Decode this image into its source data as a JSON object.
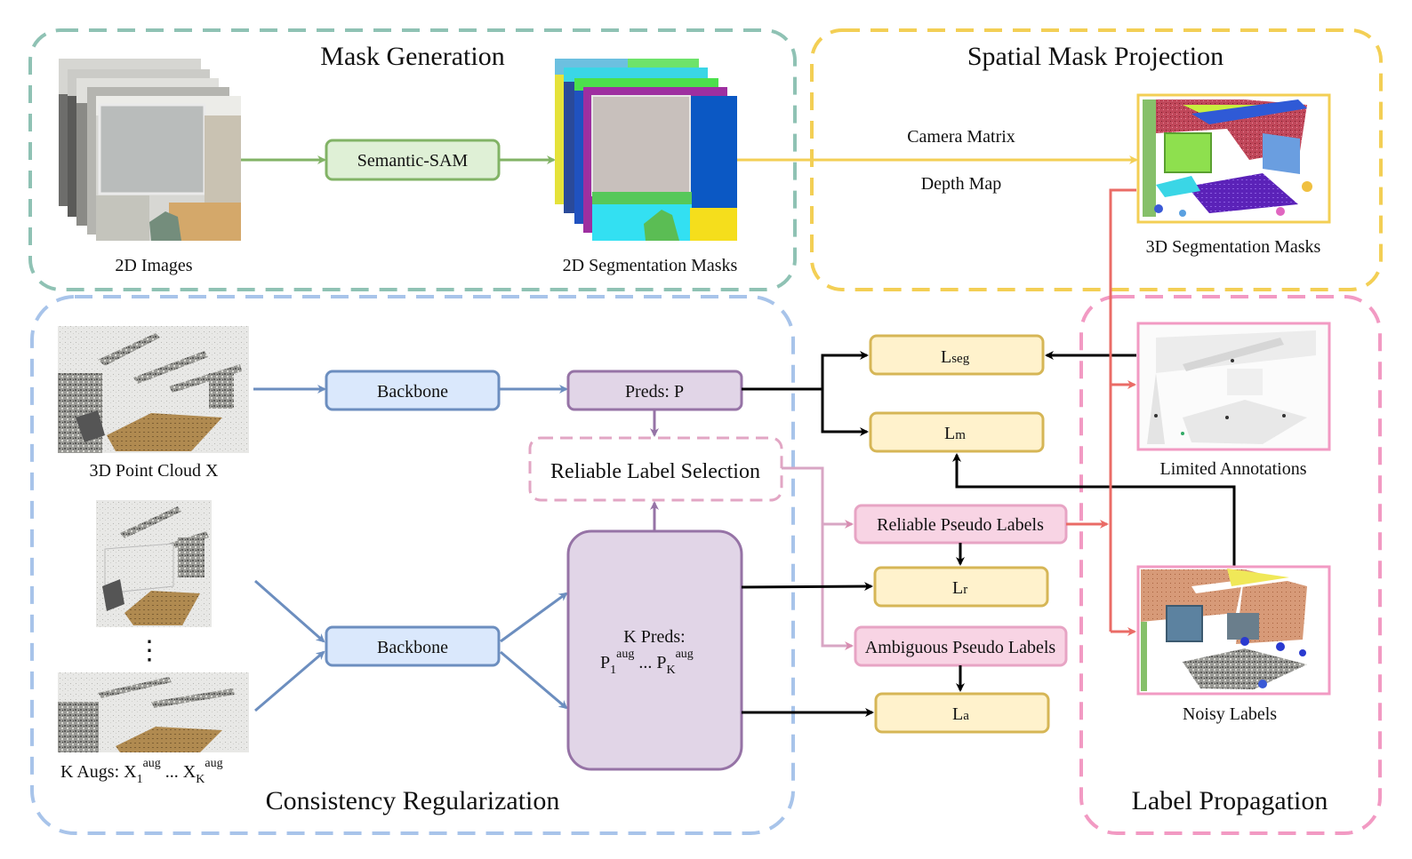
{
  "sections": {
    "mask_generation": "Mask Generation",
    "spatial_projection": "Spatial Mask Projection",
    "consistency": "Consistency Regularization",
    "label_propagation": "Label Propagation"
  },
  "captions": {
    "images_2d": "2D Images",
    "seg_masks_2d": "2D Segmentation Masks",
    "seg_masks_3d": "3D Segmentation Masks",
    "point_cloud": "3D Point Cloud X",
    "k_augs_prefix": "K Augs: X",
    "k_augs_sub1": "1",
    "k_augs_sup1": "aug",
    "k_augs_mid": " ... X",
    "k_augs_subk": "K",
    "k_augs_supk": "aug",
    "vdots": "⋮",
    "limited_annotations": "Limited Annotations",
    "noisy_labels": "Noisy Labels",
    "camera_matrix": "Camera Matrix",
    "depth_map": "Depth Map"
  },
  "boxes": {
    "semantic_sam": "Semantic-SAM",
    "backbone_top": "Backbone",
    "backbone_bottom": "Backbone",
    "preds": "Preds: P",
    "reliable_selection": "Reliable Label Selection",
    "k_preds_line1": "K Preds:",
    "k_preds_p": "P",
    "k_preds_sub1": "1",
    "k_preds_sup1": "aug",
    "k_preds_mid": " ... P",
    "k_preds_subk": "K",
    "k_preds_supk": "aug",
    "reliable_pseudo": "Reliable Pseudo Labels",
    "ambiguous_pseudo": "Ambiguous Pseudo Labels"
  },
  "losses": {
    "l_seg_main": "L",
    "l_seg_sub": "seg",
    "l_m_main": "L",
    "l_m_sub": "m",
    "l_r_main": "L",
    "l_r_sub": "r",
    "l_a_main": "L",
    "l_a_sub": "a"
  },
  "colors": {
    "teal_dash": "#8fc2b4",
    "yellow_dash": "#f3cf55",
    "blue_dash": "#a8c4ea",
    "pink_dash": "#f29ac3",
    "green_box_fill": "#dff0d6",
    "green_box_stroke": "#82b366",
    "blue_box_fill": "#dae8fc",
    "blue_box_stroke": "#6c8ebf",
    "purple_box_fill": "#e1d5e7",
    "purple_box_stroke": "#9673a6",
    "yellow_box_fill": "#fff2cc",
    "yellow_box_stroke": "#d6b656",
    "pink_box_fill": "#f8d4e4",
    "pink_box_stroke": "#d88cb0",
    "red_arrow": "#ea6b66"
  }
}
